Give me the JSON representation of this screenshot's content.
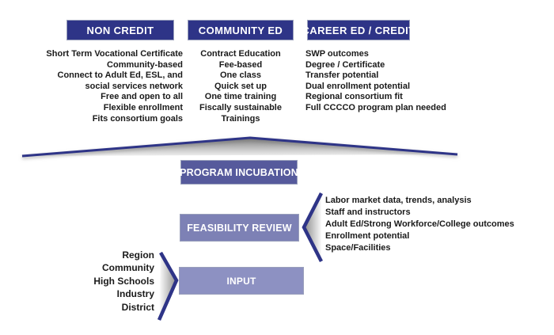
{
  "colors": {
    "navy": "#2e3487",
    "stage1": "#565a9c",
    "stage2": "#7d81b5",
    "stage3": "#8d91c2",
    "text": "#1a1a1a",
    "white": "#ffffff",
    "shadow": "#8a8a8a",
    "boxborder": "#9aa0bb"
  },
  "columns": [
    {
      "header": "NON CREDIT",
      "lines": [
        "Short Term Vocational Certificate",
        "Community-based",
        "Connect to Adult Ed, ESL, and",
        "social services network",
        "Free and open to all",
        "Flexible enrollment",
        "Fits consortium goals"
      ]
    },
    {
      "header": "COMMUNITY ED",
      "lines": [
        "Contract Education",
        "Fee-based",
        "One class",
        "Quick set up",
        "One time training",
        "Fiscally sustainable",
        "Trainings"
      ]
    },
    {
      "header": "CAREER ED / CREDIT",
      "lines": [
        "SWP outcomes",
        "Degree / Certificate",
        "Transfer potential",
        "Dual enrollment potential",
        "Regional consortium fit",
        "Full CCCCO program plan needed"
      ]
    }
  ],
  "stages": [
    {
      "label": "PROGRAM INCUBATION"
    },
    {
      "label": "FEASIBILITY REVIEW",
      "criteria": [
        "Labor market data, trends, analysis",
        "Staff and instructors",
        "Adult Ed/Strong Workforce/College outcomes",
        "Enrollment potential",
        "Space/Facilities"
      ]
    },
    {
      "label": "INPUT",
      "sources": [
        "Region",
        "Community",
        "High Schools",
        "Industry",
        "District"
      ]
    }
  ]
}
